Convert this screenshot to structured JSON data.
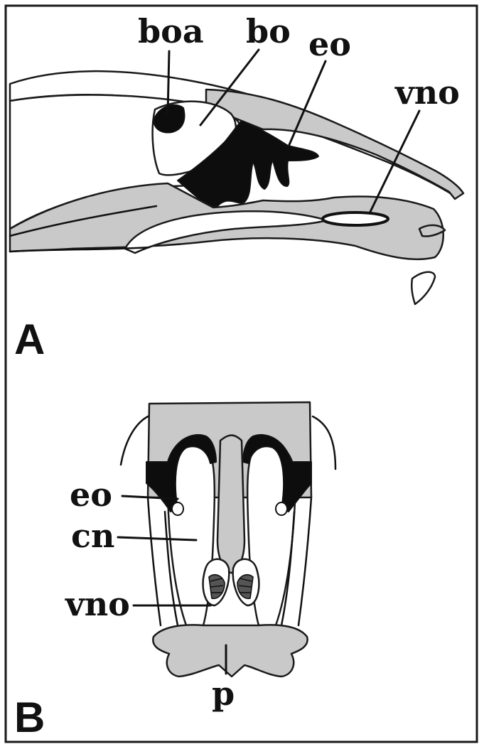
{
  "panels": {
    "a": {
      "panel_label": "A",
      "labels": {
        "boa": "boa",
        "bo": "bo",
        "eo": "eo",
        "vno": "vno"
      }
    },
    "b": {
      "panel_label": "B",
      "labels": {
        "eo": "eo",
        "cn": "cn",
        "vno": "vno",
        "p": "p"
      }
    }
  },
  "colors": {
    "tissue": "#c9c9c9",
    "epithelium": "#0d0d0d",
    "border": "#1a1a1a"
  }
}
